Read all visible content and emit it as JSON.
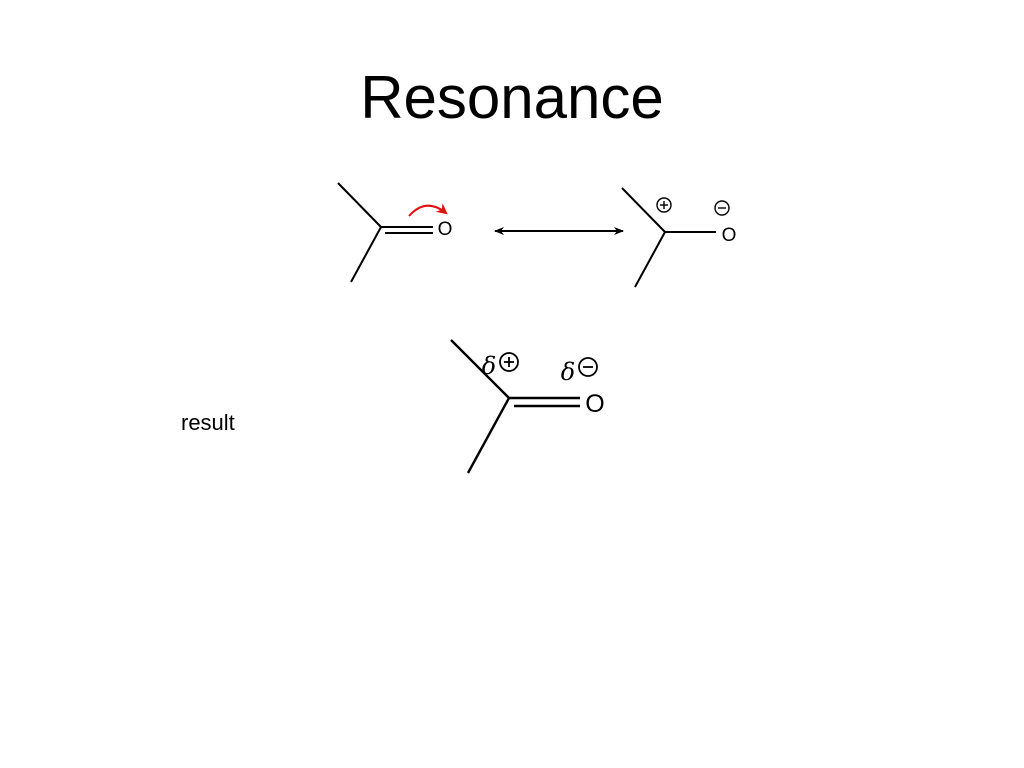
{
  "slide": {
    "title": "Resonance",
    "result_label": "result"
  },
  "structures": {
    "left": {
      "oxygen": "O"
    },
    "right": {
      "oxygen": "O",
      "plus_charge": "+",
      "minus_charge": "−"
    },
    "hybrid": {
      "oxygen": "O",
      "delta_plus": "δ",
      "delta_minus": "δ",
      "plus_charge": "+",
      "minus_charge": "−"
    }
  },
  "colors": {
    "bond": "#000000",
    "electron_arrow": "#e01010",
    "resonance_arrow": "#000000"
  },
  "icons": {
    "electron_push": "curved-arrow-icon",
    "resonance": "double-headed-arrow-icon"
  }
}
